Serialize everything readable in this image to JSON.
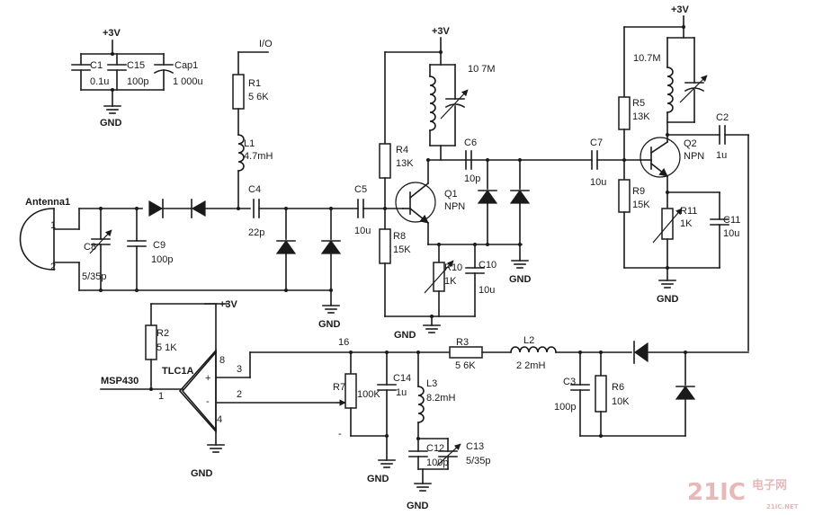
{
  "labels": {
    "vcc1": "+3V",
    "c1": "C1",
    "c1_val": "0.1u",
    "c15": "C15",
    "c15_val": "100p",
    "cap1": "Cap1",
    "cap1_val": "1 000u",
    "gnd1": "GND",
    "io": "I/O",
    "r1": "R1",
    "r1_val": "5 6K",
    "l1": "L1",
    "l1_val": "4.7mH",
    "c4": "C4",
    "c4_val": "22p",
    "antenna": "Antenna1",
    "pin1": "1",
    "pin2": "2",
    "c8": "C8",
    "c8_val": "5/35p",
    "c9": "C9",
    "c9_val": "100p",
    "gnd2": "GND",
    "c5": "C5",
    "c5_val": "10u",
    "vcc2": "+3V",
    "xf1": "10 7M",
    "r4": "R4",
    "r4_val": "13K",
    "c6": "C6",
    "c6_val": "10p",
    "q1": "Q1",
    "q1_type": "NPN",
    "r8": "R8",
    "r8_val": "15K",
    "r10": "R10",
    "r10_val": "1K",
    "c10": "C10",
    "c10_val": "10u",
    "gnd3": "GND",
    "gnd4": "GND",
    "c7": "C7",
    "c7_val": "10u",
    "vcc3": "+3V",
    "xf2": "10.7M",
    "r5": "R5",
    "r5_val": "13K",
    "q2": "Q2",
    "q2_type": "NPN",
    "c2": "C2",
    "c2_val": "1u",
    "r9": "R9",
    "r9_val": "15K",
    "r11": "R11",
    "r11_val": "1K",
    "c11": "C11",
    "c11_val": "10u",
    "gnd5": "GND",
    "vcc4": "+3V",
    "r2": "R2",
    "r2_val": "5 1K",
    "msp": "MSP430",
    "op": "TLC1A",
    "op_p8": "8",
    "op_p3": "3",
    "op_p2": "2",
    "op_p1": "1",
    "op_p4": "4",
    "op_plus": "+",
    "op_minus": "-",
    "gnd6": "GND",
    "n16": "16",
    "minus_mark": "-",
    "r7": "R7",
    "r7_val": "100K",
    "c14": "C14",
    "c14_val": "1u",
    "l3": "L3",
    "l3_val": "8.2mH",
    "gnd7": "GND",
    "c12": "C12",
    "c12_val": "100p",
    "c13": "C13",
    "c13_val": "5/35p",
    "gnd8": "GND",
    "r3": "R3",
    "r3_val": "5 6K",
    "l2": "L2",
    "l2_val": "2 2mH",
    "c3": "C3",
    "c3_val": "100p",
    "r6": "R6",
    "r6_val": "10K",
    "wm_main": "21IC",
    "wm_cn": "电子网",
    "wm_url": "21IC.NET"
  }
}
